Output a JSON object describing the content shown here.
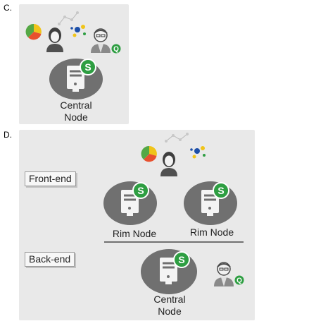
{
  "options": {
    "c": {
      "letter": "C.",
      "central_node_label_line1": "Central",
      "central_node_label_line2": "Node"
    },
    "d": {
      "letter": "D.",
      "front_end_label": "Front-end",
      "back_end_label": "Back-end",
      "rim_node_1_label": "Rim Node",
      "rim_node_2_label": "Rim Node",
      "central_node_label_line1": "Central",
      "central_node_label_line2": "Node"
    }
  },
  "colors": {
    "panel_bg": "#e9e9e9",
    "node_disc": "#707070",
    "qlik_green": "#2e9e42",
    "pie_yellow": "#f0c419",
    "pie_red": "#e8502e",
    "pie_green": "#55a845"
  },
  "icons": [
    "server-node-icon",
    "qlik-badge-icon",
    "user-icon",
    "admin-user-icon",
    "pie-chart-icon",
    "network-graph-icon"
  ]
}
